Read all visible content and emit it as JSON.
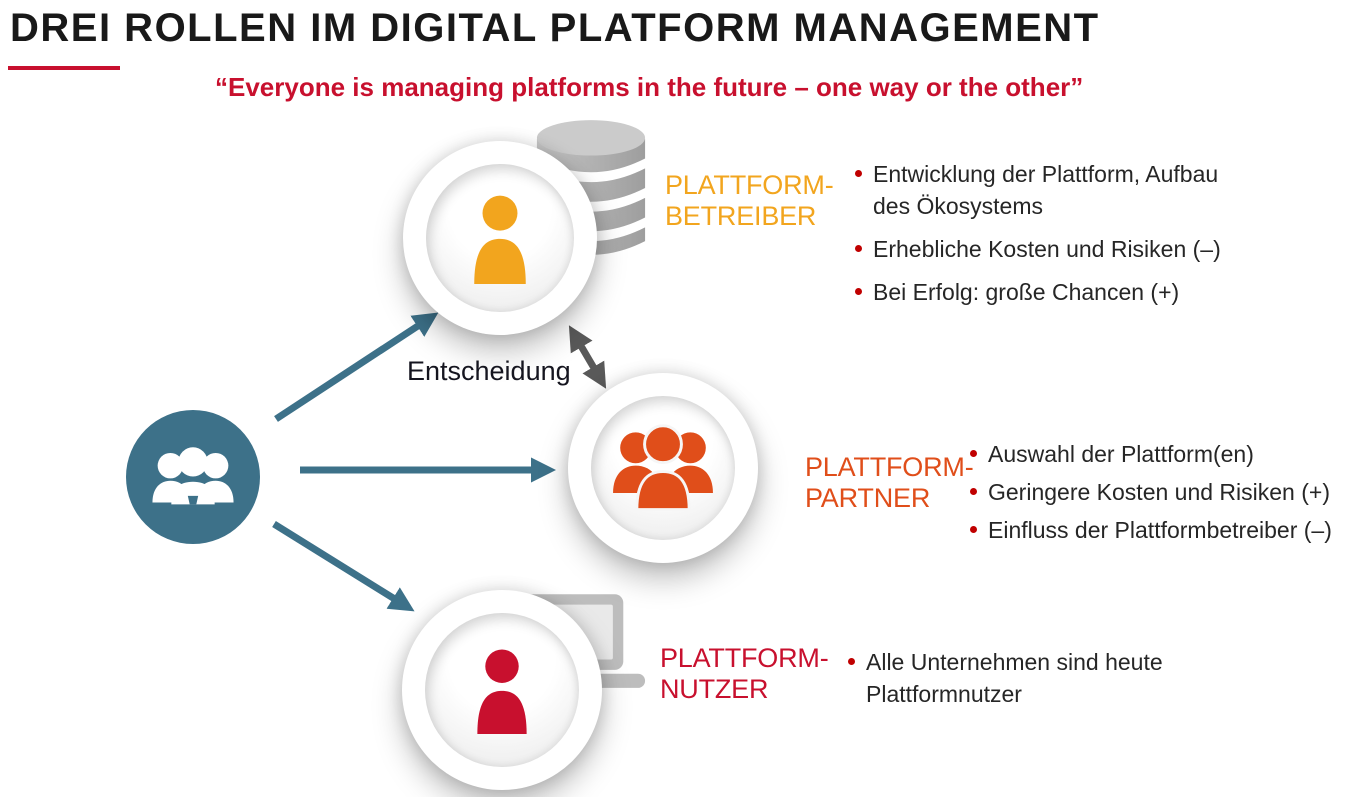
{
  "title": "DREI ROLLEN IM DIGITAL PLATFORM MANAGEMENT",
  "subtitle": "“Everyone is managing platforms in the future – one way or the other”",
  "decision_label": "Entscheidung",
  "actor": {
    "icon": "people-group-icon",
    "color": "#3D7189"
  },
  "roles": [
    {
      "id": "betreiber",
      "label_line1": "PLATTFORM-",
      "label_line2": "BETREIBER",
      "color": "#F2A51E",
      "icon": "person-icon",
      "secondary_icon": "database-icon",
      "bullets": [
        "Entwicklung der Plattform, Aufbau des Ökosystems",
        "Erhebliche Kosten und Risiken (–)",
        "Bei Erfolg: große Chancen (+)"
      ]
    },
    {
      "id": "partner",
      "label_line1": "PLATTFORM-",
      "label_line2": "PARTNER",
      "color": "#E04E1A",
      "icon": "people-group-icon",
      "bullets": [
        "Auswahl der Plattform(en)",
        "Geringere Kosten und Risiken (+)",
        "Einfluss der Plattformbetreiber (–)"
      ]
    },
    {
      "id": "nutzer",
      "label_line1": "PLATTFORM-",
      "label_line2": "NUTZER",
      "color": "#C8102E",
      "icon": "person-icon",
      "secondary_icon": "laptop-icon",
      "bullets": [
        "Alle Unternehmen sind heute Plattformnutzer"
      ]
    }
  ],
  "colors": {
    "title_text": "#191919",
    "accent_red": "#C8102E",
    "arrow_blue": "#3D7189",
    "double_arrow_gray": "#595959",
    "bullet_dot": "#C00000",
    "body_text": "#262626",
    "icon_gray": "#B5B5B5"
  }
}
